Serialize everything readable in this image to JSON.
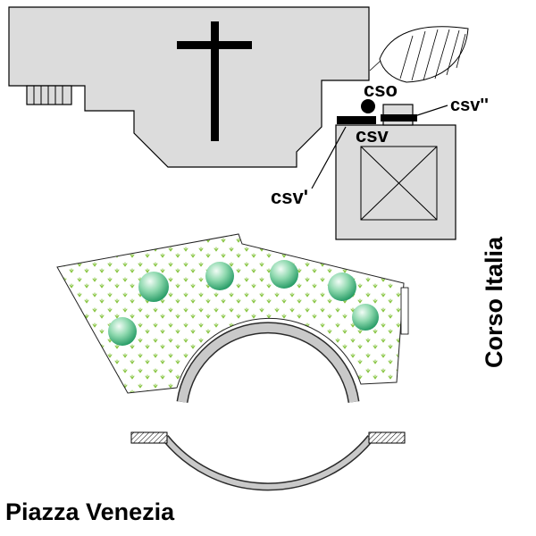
{
  "map": {
    "annotations": {
      "cso": "cso",
      "csv": "csv",
      "csv_prime": "csv'",
      "csv_double_prime": "csv''"
    },
    "streets": {
      "corso_italia": "Corso Italia",
      "piazza_venezia": "Piazza Venezia"
    },
    "colors": {
      "building_fill": "#dcdcdc",
      "arc_fill": "#c9c9c9",
      "ground_mark": "#86c440",
      "tree_dark": "#18935c",
      "tree_light": "#f2fcf6",
      "marker_black": "#000000"
    }
  }
}
